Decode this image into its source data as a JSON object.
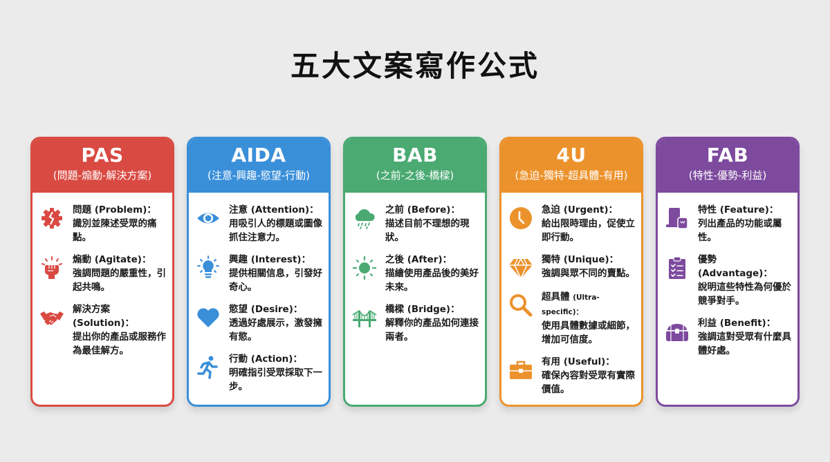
{
  "title": "五大文案寫作公式",
  "cards": [
    {
      "name": "PAS",
      "subtitle": "(問題-煽動-解決方案)",
      "color": "#d94a42",
      "items": [
        {
          "icon": "broken-gear-icon",
          "label": "問題 (Problem)：",
          "desc": "識別並陳述受眾的痛點。"
        },
        {
          "icon": "raised-fist-icon",
          "label": "煽動 (Agitate)：",
          "desc": "強調問題的嚴重性，引起共鳴。"
        },
        {
          "icon": "handshake-icon",
          "label": "解決方案 (Solution)：",
          "desc": "提出你的產品或服務作為最佳解方。"
        }
      ]
    },
    {
      "name": "AIDA",
      "subtitle": "(注意-興趣-慾望-行動)",
      "color": "#3a8fd9",
      "items": [
        {
          "icon": "eye-icon",
          "label": "注意 (Attention)：",
          "desc": "用吸引人的標題或圖像抓住注意力。"
        },
        {
          "icon": "lightbulb-icon",
          "label": "興趣 (Interest)：",
          "desc": "提供相關信息，引發好奇心。"
        },
        {
          "icon": "heart-icon",
          "label": "慾望 (Desire)：",
          "desc": "透過好處展示，激發擁有慾。"
        },
        {
          "icon": "running-person-icon",
          "label": "行動 (Action)：",
          "desc": "明確指引受眾採取下一步。"
        }
      ]
    },
    {
      "name": "BAB",
      "subtitle": "(之前-之後-橋樑)",
      "color": "#4aaa72",
      "items": [
        {
          "icon": "rain-cloud-icon",
          "label": "之前 (Before)：",
          "desc": "描述目前不理想的現狀。"
        },
        {
          "icon": "sun-icon",
          "label": "之後 (After)：",
          "desc": "描繪使用產品後的美好未來。"
        },
        {
          "icon": "bridge-icon",
          "label": "橋樑 (Bridge)：",
          "desc": "解釋你的產品如何連接兩者。"
        }
      ]
    },
    {
      "name": "4U",
      "subtitle": "(急迫-獨特-超具體-有用)",
      "color": "#ec922c",
      "items": [
        {
          "icon": "clock-icon",
          "label": "急迫 (Urgent)：",
          "desc": "給出限時理由，促使立即行動。"
        },
        {
          "icon": "diamond-icon",
          "label": "獨特 (Unique)：",
          "desc": "強調與眾不同的賣點。"
        },
        {
          "icon": "magnifier-icon",
          "label": "超具體",
          "label_small": "(Ultra-specific)：",
          "desc": "使用具體數據或細節，增加可信度。"
        },
        {
          "icon": "briefcase-icon",
          "label": "有用 (Useful)：",
          "desc": "確保內容對受眾有實際價值。"
        }
      ]
    },
    {
      "name": "FAB",
      "subtitle": "(特性-優勢-利益)",
      "color": "#7d4a9e",
      "items": [
        {
          "icon": "devices-icon",
          "label": "特性 (Feature)：",
          "desc": "列出產品的功能或屬性。"
        },
        {
          "icon": "checklist-icon",
          "label": "優勢 (Advantage)：",
          "desc": "說明這些特性為何優於競爭對手。"
        },
        {
          "icon": "treasure-chest-icon",
          "label": "利益 (Benefit)：",
          "desc": "強調這對受眾有什麼具體好處。"
        }
      ]
    }
  ]
}
